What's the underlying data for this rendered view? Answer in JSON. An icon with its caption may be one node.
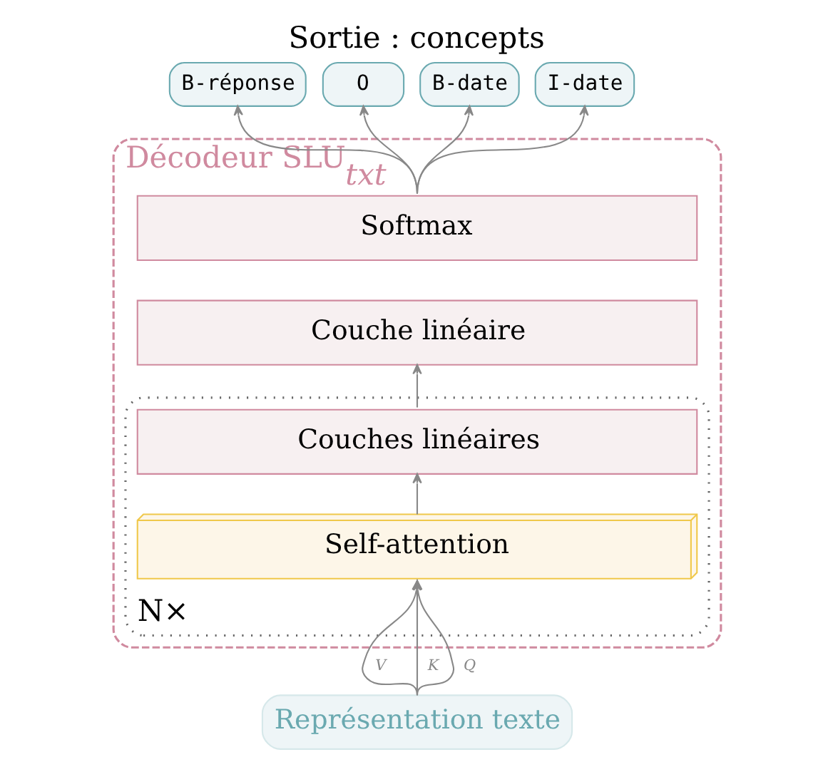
{
  "diagram": {
    "title": "Sortie : concepts",
    "nodes": [
      {
        "text": [
          "B-réponse"
        ]
      },
      {
        "text": [
          "O"
        ]
      },
      {
        "text": [
          "B-date"
        ]
      },
      {
        "text": [
          "I-date"
        ]
      },
      {
        "text": [
          "Décodeur SLU$_{txt}$"
        ]
      },
      {
        "text": [
          "Softmax"
        ],
        "in": 4
      },
      {
        "text": [
          "Couche linéaire"
        ],
        "in": 4
      },
      {
        "text": [
          "N×"
        ],
        "in": 4
      },
      {
        "text": [
          "Couches linéaires"
        ],
        "in": 7
      },
      {
        "text": [
          "Self-attention"
        ],
        "in": 7
      },
      {
        "text": [
          "Représentation texte"
        ]
      }
    ],
    "edges": [
      {
        "from": 5,
        "to": 0,
        "arrow": "to"
      },
      {
        "from": 5,
        "to": 1,
        "arrow": "to"
      },
      {
        "from": 5,
        "to": 2,
        "arrow": "to"
      },
      {
        "from": 5,
        "to": 3,
        "arrow": "to"
      },
      {
        "from": 8,
        "to": 6,
        "arrow": "to"
      },
      {
        "from": 9,
        "to": 8,
        "arrow": "to"
      },
      {
        "from": 10,
        "to": 9,
        "label": "V",
        "arrow": "to"
      },
      {
        "from": 10,
        "to": 9,
        "label": "K",
        "arrow": "to"
      },
      {
        "from": 10,
        "to": 9,
        "label": "Q",
        "arrow": "to"
      }
    ]
  }
}
